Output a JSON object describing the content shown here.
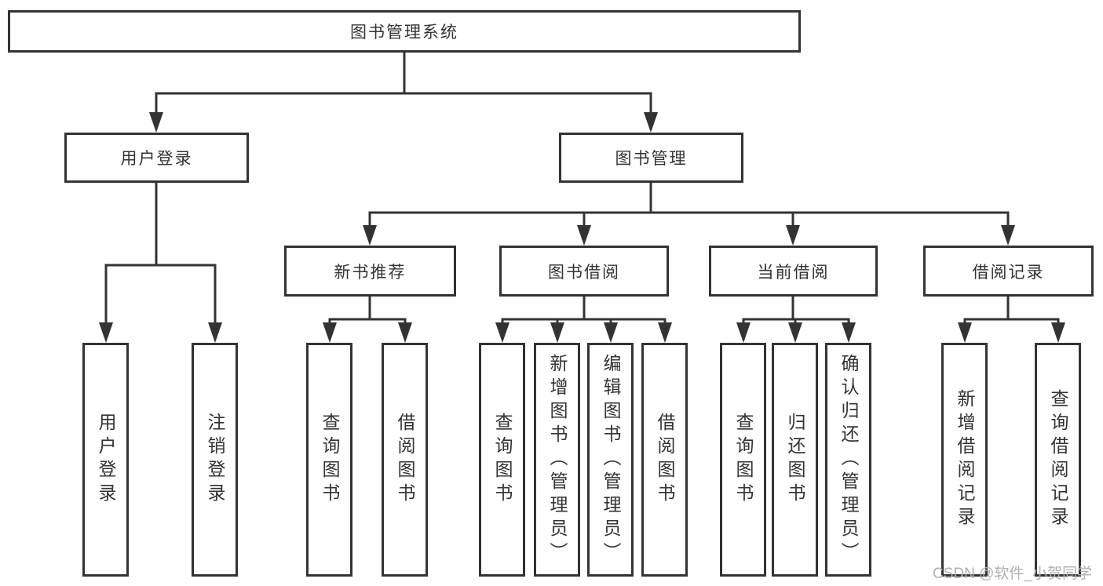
{
  "diagram": {
    "root": {
      "label": "图书管理系统"
    },
    "branches": {
      "user_login": {
        "label": "用户登录",
        "children": [
          "用户登录",
          "注销登录"
        ]
      },
      "book_management": {
        "label": "图书管理",
        "children": {
          "new_book_recommendation": {
            "label": "新书推荐",
            "children": [
              "查询图书",
              "借阅图书"
            ]
          },
          "book_borrowing": {
            "label": "图书借阅",
            "children": [
              "查询图书",
              "新增图书（管理员）",
              "编辑图书（管理员）",
              "借阅图书"
            ]
          },
          "current_borrowing": {
            "label": "当前借阅",
            "children": [
              "查询图书",
              "归还图书",
              "确认归还（管理员）"
            ]
          },
          "borrowing_records": {
            "label": "借阅记录",
            "children": [
              "新增借阅记录",
              "查询借阅记录"
            ]
          }
        }
      }
    },
    "watermark": "CSDN @软件_小贺同学"
  },
  "colors": {
    "stroke": "#333333",
    "text": "#333333",
    "background": "#ffffff",
    "watermark": "#b0b0b0"
  }
}
